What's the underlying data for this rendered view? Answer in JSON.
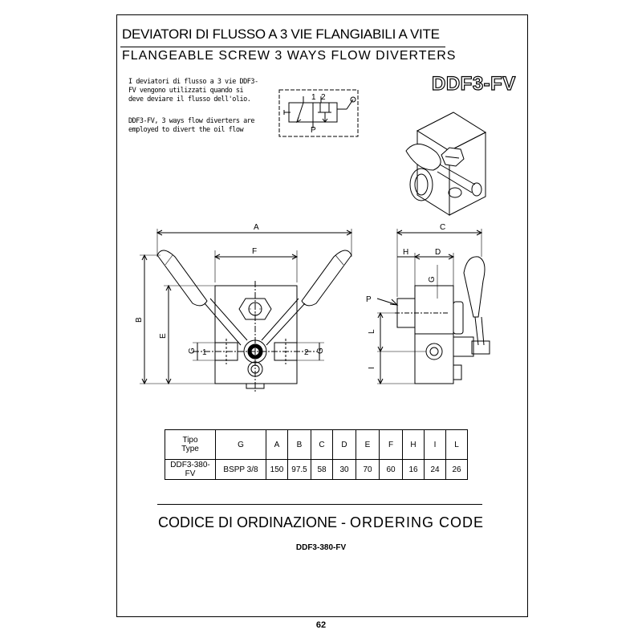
{
  "title_it": "DEVIATORI DI FLUSSO  A 3 VIE FLANGIABILI A VITE",
  "title_en": "FLANGEABLE SCREW 3 WAYS FLOW DIVERTERS",
  "model": "DDF3-FV",
  "description_it": "I deviatori di flusso a 3 vie DDF3-FV vengono utilizzati quando si deve deviare il flusso dell'olio.",
  "description_en": "DDF3-FV, 3 ways flow diverters are employed to divert the oil flow",
  "symbol": {
    "port_1": "1",
    "port_2": "2",
    "port_p": "P"
  },
  "dims_front": {
    "A": "A",
    "F": "F",
    "B": "B",
    "E": "E",
    "G_left": "G",
    "G_right": "G",
    "port_1": "1",
    "port_2": "2"
  },
  "dims_side": {
    "C": "C",
    "H": "H",
    "D": "D",
    "G": "G",
    "P": "P",
    "L": "L",
    "I": "I"
  },
  "table": {
    "headers": [
      [
        "Tipo",
        "Type"
      ],
      "G",
      "A",
      "B",
      "C",
      "D",
      "E",
      "F",
      "H",
      "I",
      "L"
    ],
    "rows": [
      [
        "DDF3-380-FV",
        "BSPP 3/8",
        "150",
        "97.5",
        "58",
        "30",
        "70",
        "60",
        "16",
        "24",
        "26"
      ]
    ]
  },
  "ordering": {
    "title_it": "CODICE DI ORDINAZIONE",
    "separator": " - ",
    "title_en": "ORDERING CODE",
    "code": "DDF3-380-FV"
  },
  "page_number": "62"
}
